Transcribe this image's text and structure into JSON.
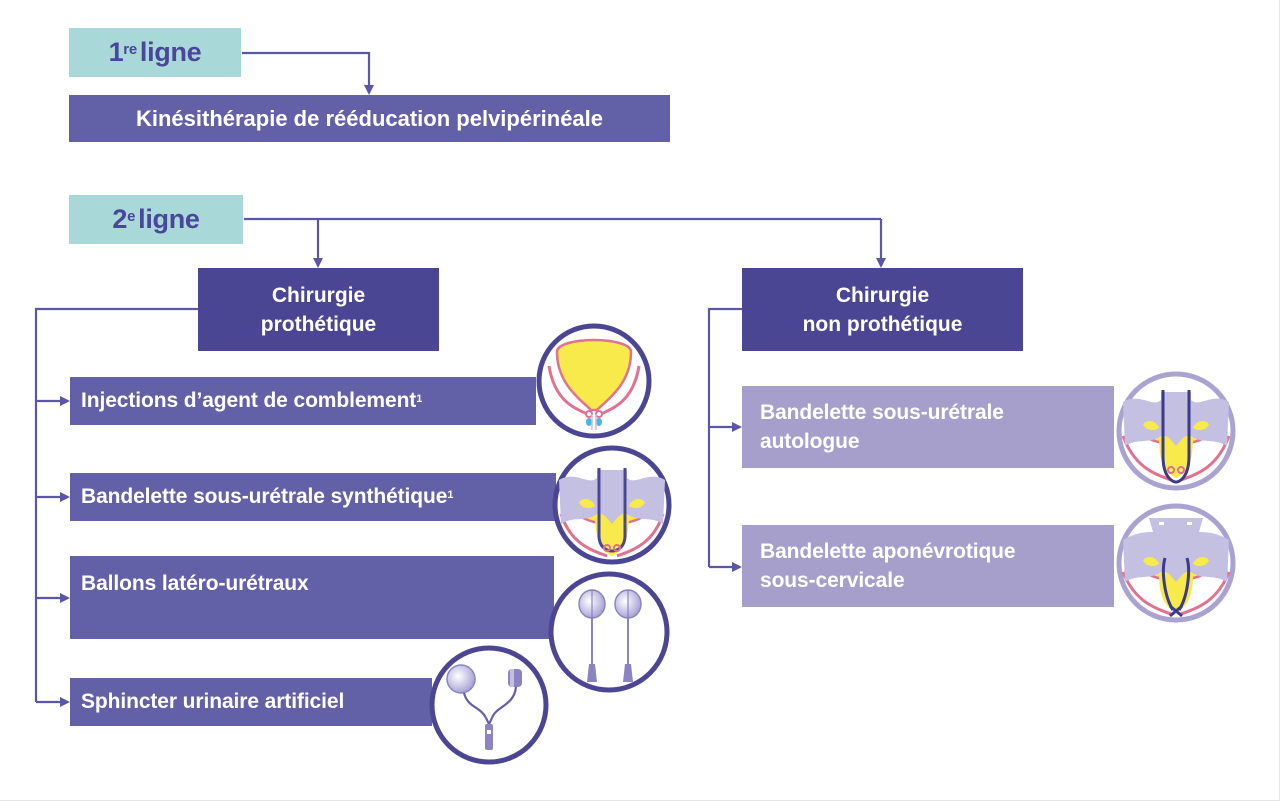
{
  "first_line": {
    "label_number": "1",
    "label_suffix": "re",
    "label_word": "ligne",
    "treatment": "Kinésithérapie de rééducation pelvipérinéale"
  },
  "second_line": {
    "label_number": "2",
    "label_suffix": "e",
    "label_word": "ligne",
    "prosthetic": {
      "title_line1": "Chirurgie",
      "title_line2": "prothétique",
      "items": [
        {
          "label": "Injections d’agent de comblement",
          "footnote": "1",
          "icon": "bladder-injection-icon"
        },
        {
          "label": "Bandelette sous-urétrale synthétique",
          "footnote": "1",
          "icon": "synthetic-sling-icon"
        },
        {
          "label": "Ballons latéro-urétraux",
          "footnote": "",
          "icon": "balloons-icon"
        },
        {
          "label": "Sphincter urinaire artificiel",
          "footnote": "",
          "icon": "artificial-sphincter-icon"
        }
      ]
    },
    "non_prosthetic": {
      "title_line1": "Chirurgie",
      "title_line2": "non prothétique",
      "items": [
        {
          "line1": "Bandelette sous-urétrale",
          "line2": "autologue",
          "icon": "autologous-sling-icon"
        },
        {
          "line1": "Bandelette aponévrotique",
          "line2": "sous-cervicale",
          "icon": "aponeurotic-sling-icon"
        }
      ]
    }
  },
  "colors": {
    "teal_label": "#a9d8d9",
    "label_text": "#4a4699",
    "dark_box": "#4b4693",
    "mid_box": "#6260a6",
    "light_box": "#a69ecb",
    "connector": "#5a56a8",
    "yellow": "#f7ea4a",
    "pink": "#e2708f",
    "lavender": "#c4c0e2"
  }
}
